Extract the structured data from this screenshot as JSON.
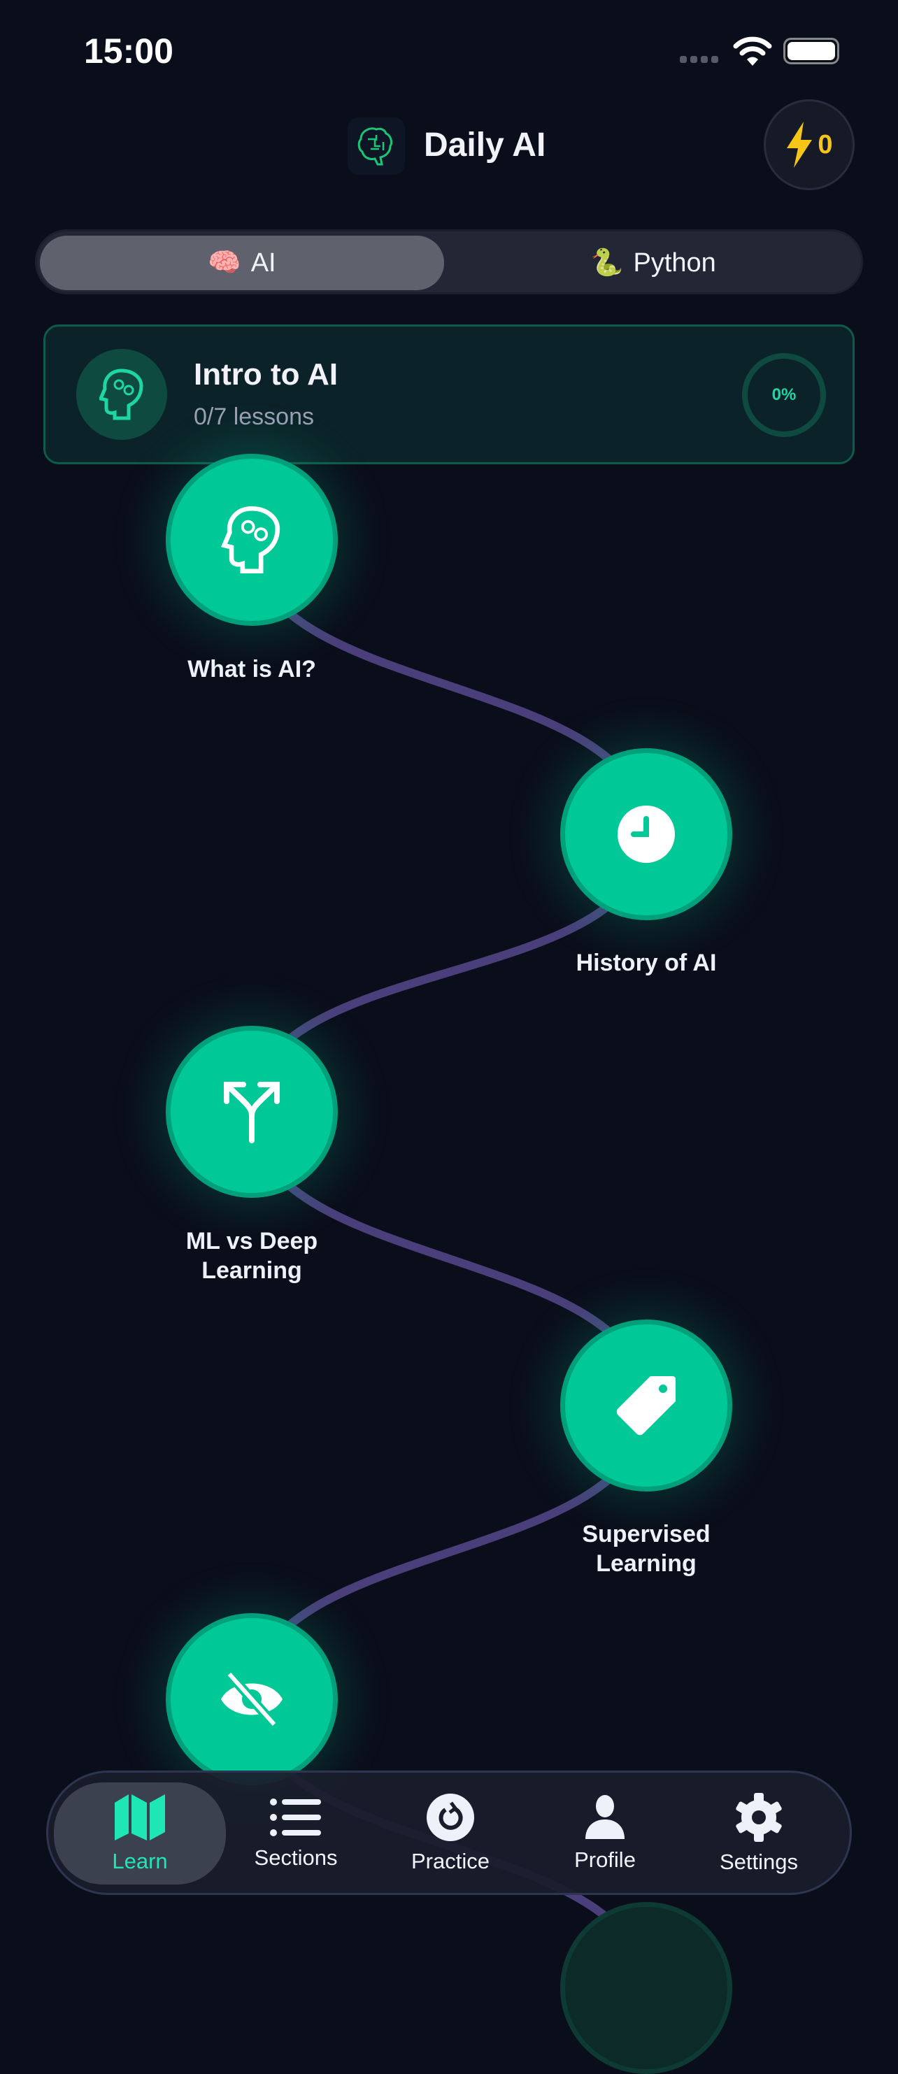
{
  "status": {
    "time": "15:00"
  },
  "header": {
    "title": "Daily AI",
    "streak": "0",
    "logo_icon": "brain-circuit-icon"
  },
  "tabs": [
    {
      "emoji": "🧠",
      "label": "AI",
      "selected": true
    },
    {
      "emoji": "🐍",
      "label": "Python",
      "selected": false
    }
  ],
  "section": {
    "title": "Intro to AI",
    "subtitle": "0/7 lessons",
    "progress": "0%",
    "icon": "head-brain-icon"
  },
  "lessons": [
    {
      "label": "What is AI?",
      "icon": "head-brain-icon"
    },
    {
      "label": "History of AI",
      "icon": "clock-icon"
    },
    {
      "label": "ML vs Deep Learning",
      "icon": "split-arrow-icon"
    },
    {
      "label": "Supervised Learning",
      "icon": "tag-icon"
    },
    {
      "label": "",
      "icon": "eye-slash-icon"
    }
  ],
  "nav": [
    {
      "label": "Learn",
      "icon": "map-icon",
      "active": true
    },
    {
      "label": "Sections",
      "icon": "list-icon"
    },
    {
      "label": "Practice",
      "icon": "refresh-icon"
    },
    {
      "label": "Profile",
      "icon": "person-icon"
    },
    {
      "label": "Settings",
      "icon": "gear-icon"
    }
  ],
  "colors": {
    "accent": "#00c896",
    "path": "#4a3f7a",
    "background": "#0a0e1a",
    "streak": "#f5c518"
  }
}
